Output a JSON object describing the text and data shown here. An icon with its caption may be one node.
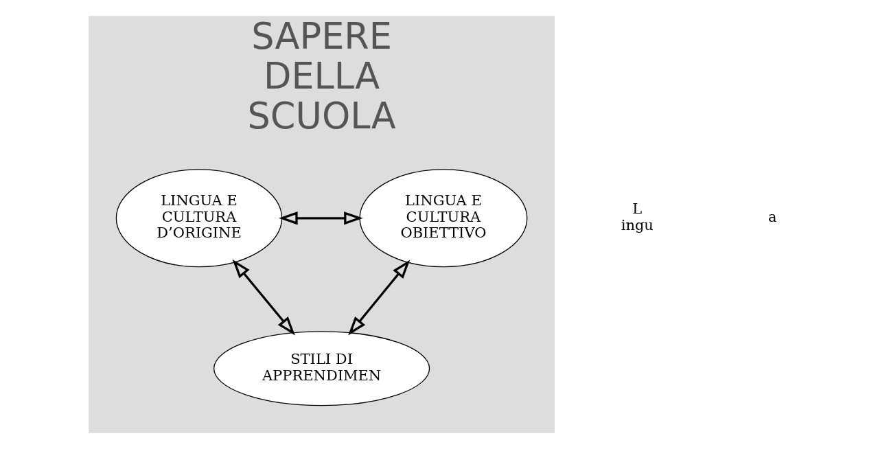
{
  "diagram": {
    "nodes": [
      {
        "text": [
          "SAPERE DELLA SCUOLA"
        ]
      },
      {
        "text": [
          "LINGUA E CULTURA D’ORIGINE"
        ],
        "in": 0
      },
      {
        "text": [
          "LINGUA E CULTURA OBIETTIVO"
        ],
        "in": 0
      },
      {
        "text": [
          "STILI DI APPRENDIMEN"
        ],
        "in": 0
      }
    ],
    "edges": [
      {
        "from": 1,
        "to": 2,
        "arrow": "both"
      },
      {
        "from": 1,
        "to": 3,
        "arrow": "both"
      },
      {
        "from": 2,
        "to": 3,
        "arrow": "both"
      }
    ],
    "labels": [
      "L ingu",
      "a"
    ]
  }
}
